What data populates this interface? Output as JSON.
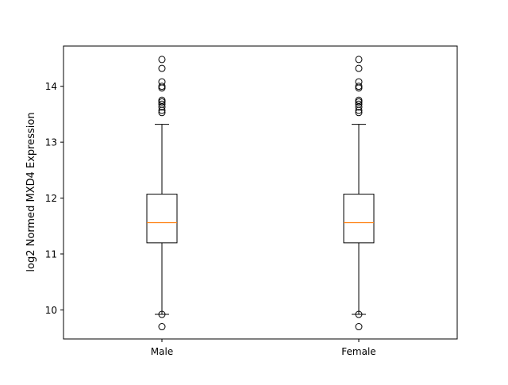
{
  "chart_data": {
    "type": "box",
    "ylabel": "log2 Normed MXD4 Expression",
    "xlabel": "",
    "ylim": [
      9.48,
      14.72
    ],
    "yticks": [
      10,
      11,
      12,
      13,
      14
    ],
    "grid": false,
    "categories": [
      "Male",
      "Female"
    ],
    "boxes": [
      {
        "category": "Male",
        "whisker_low": 9.92,
        "q1": 11.2,
        "median": 11.56,
        "q3": 12.07,
        "whisker_high": 13.32,
        "outliers": [
          9.7,
          9.92,
          13.53,
          13.57,
          13.63,
          13.68,
          13.72,
          13.75,
          13.97,
          14.0,
          14.08,
          14.32,
          14.48
        ]
      },
      {
        "category": "Female",
        "whisker_low": 9.92,
        "q1": 11.2,
        "median": 11.56,
        "q3": 12.07,
        "whisker_high": 13.32,
        "outliers": [
          9.7,
          9.92,
          13.53,
          13.57,
          13.63,
          13.68,
          13.72,
          13.75,
          13.97,
          14.0,
          14.08,
          14.32,
          14.48
        ]
      }
    ],
    "colors": {
      "box": "#000000",
      "median": "#ff7f0e",
      "outlier_edge": "#000000"
    }
  }
}
